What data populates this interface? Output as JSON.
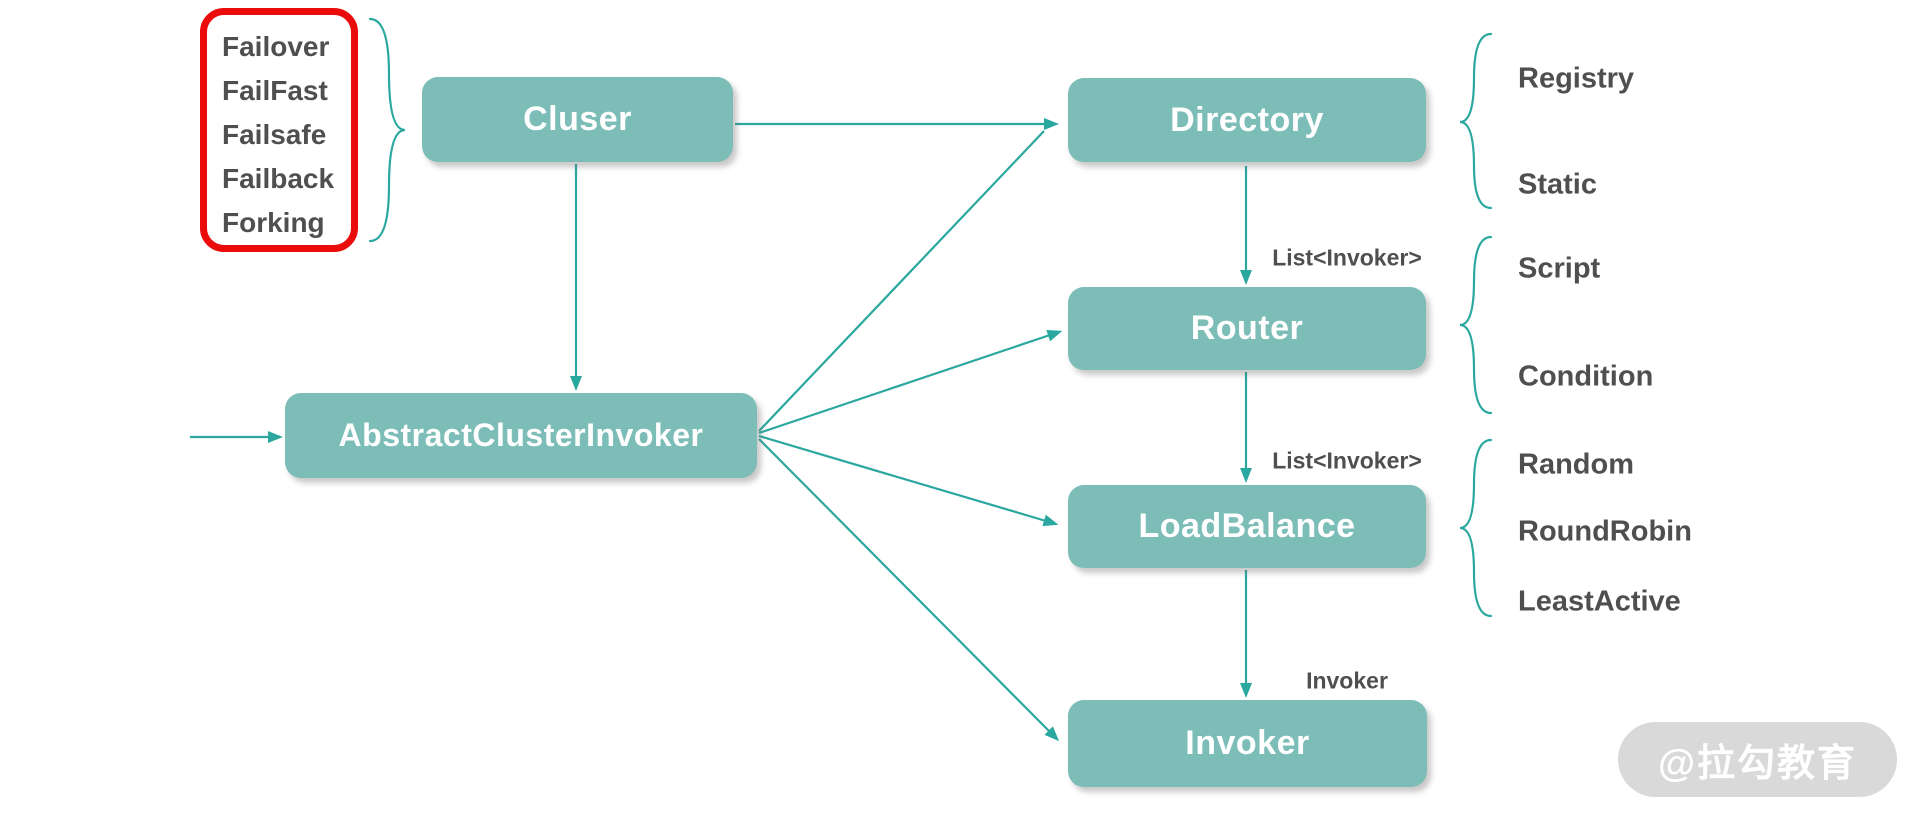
{
  "nodes": {
    "cluster": "Cluser",
    "abstract_cluster_invoker": "AbstractClusterInvoker",
    "directory": "Directory",
    "router": "Router",
    "load_balance": "LoadBalance",
    "invoker": "Invoker"
  },
  "cluster_strategies": {
    "items": [
      "Failover",
      "FailFast",
      "Failsafe",
      "Failback",
      "Forking"
    ]
  },
  "directory_types": [
    "Registry",
    "Static"
  ],
  "router_types": [
    "Script",
    "Condition"
  ],
  "load_balance_types": [
    "Random",
    "RoundRobin",
    "LeastActive"
  ],
  "edge_labels": {
    "directory_to_router": "List<Invoker>",
    "router_to_load_balance": "List<Invoker>",
    "load_balance_to_invoker": "Invoker"
  },
  "watermark": "@拉勾教育",
  "colors": {
    "node_fill": "#7dbdb8",
    "connector": "#2aa79e",
    "node_text": "#ffffff",
    "side_label_text": "#4f4f4f",
    "highlight_border": "#ea0b0b",
    "watermark_bg": "#d9d9d9",
    "watermark_text": "#ffffff"
  }
}
